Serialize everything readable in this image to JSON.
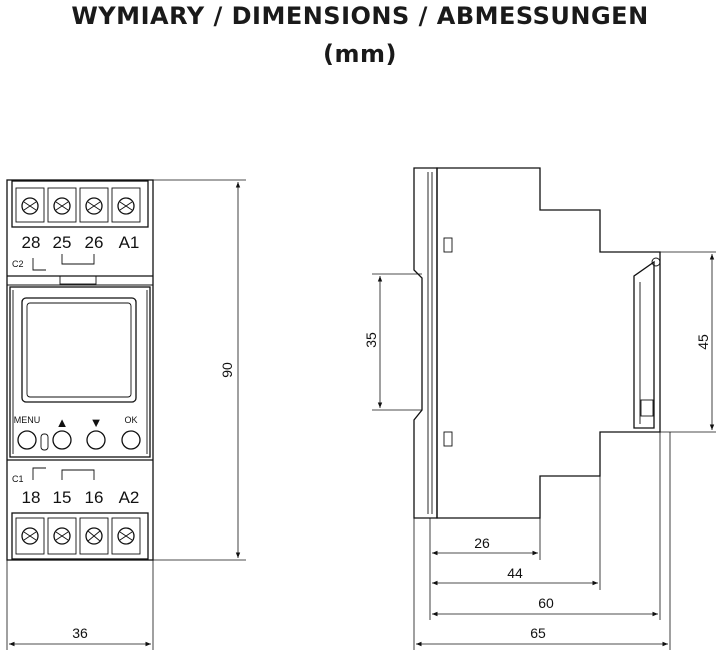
{
  "title": {
    "line1": "WYMIARY / DIMENSIONS / ABMESSUNGEN",
    "line2": "(mm)"
  },
  "front_view": {
    "terminals_top": [
      "28",
      "25",
      "26",
      "A1"
    ],
    "terminals_bottom": [
      "18",
      "15",
      "16",
      "A2"
    ],
    "contact_top_label": "C2",
    "contact_bottom_label": "C1",
    "buttons": [
      "MENU",
      "▲",
      "▼",
      "OK"
    ],
    "dim_height": "90",
    "dim_width": "36"
  },
  "side_view": {
    "dim_rail": "35",
    "dim_front": "45",
    "dim_26": "26",
    "dim_44": "44",
    "dim_60": "60",
    "dim_65": "65"
  }
}
